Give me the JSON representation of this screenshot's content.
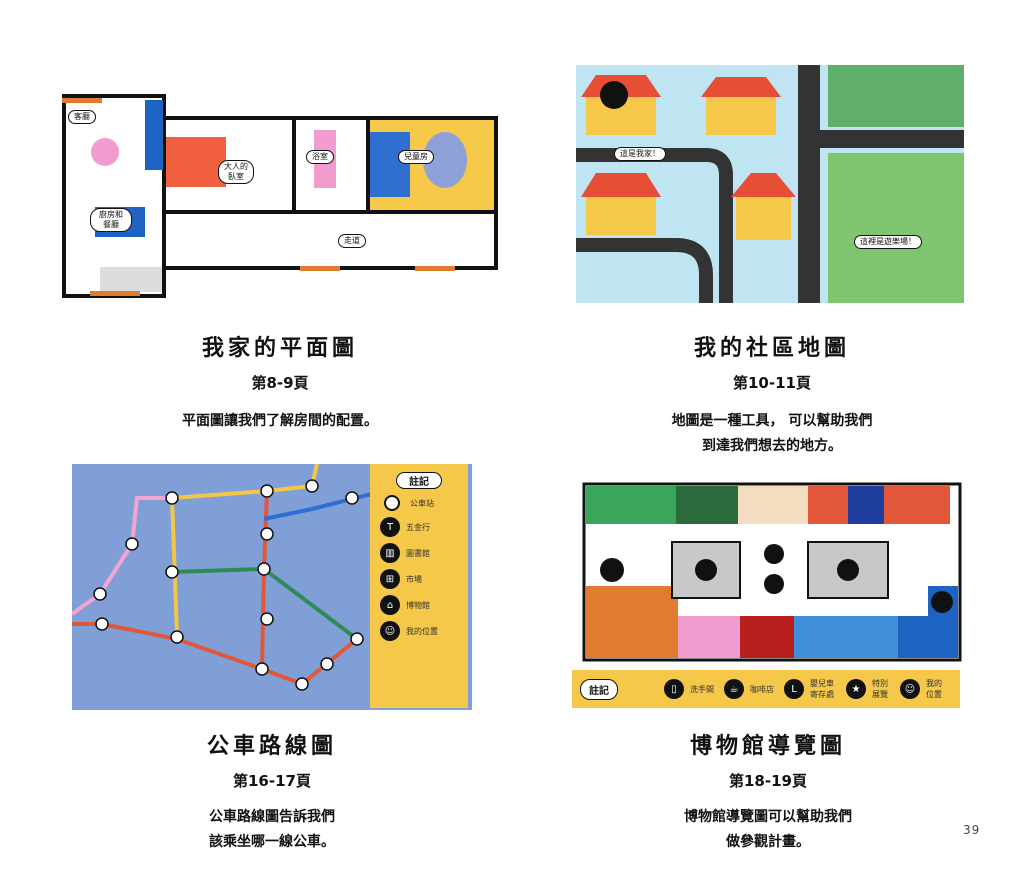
{
  "floor_plan": {
    "title": "我家的平面圖",
    "pages": "第8-9頁",
    "desc": "平面圖讓我們了解房間的配置。",
    "rooms": [
      "客廳",
      "大人的臥室",
      "浴室",
      "兒童房",
      "廚房和餐廳",
      "走道"
    ]
  },
  "community_map": {
    "title": "我的社區地圖",
    "pages": "第10-11頁",
    "desc_lines": [
      "地圖是一種工具， 可以幫助我們",
      "到達我們想去的地方。"
    ],
    "labels": [
      "這是我家！",
      "這裡是遊樂場！"
    ]
  },
  "bus_map": {
    "title": "公車路線圖",
    "pages": "第16-17頁",
    "desc_lines": [
      "公車路線圖告訴我們",
      "該乘坐哪一線公車。"
    ],
    "legend_title": "註記",
    "legend": [
      {
        "icon": "bus-stop-icon",
        "label": "公車站"
      },
      {
        "icon": "hammer-icon",
        "label": "五金行"
      },
      {
        "icon": "book-icon",
        "label": "圖書館"
      },
      {
        "icon": "cart-icon",
        "label": "市場"
      },
      {
        "icon": "museum-icon",
        "label": "博物館"
      },
      {
        "icon": "face-icon",
        "label": "我的位置"
      }
    ]
  },
  "museum_map": {
    "title": "博物館導覽圖",
    "pages": "第18-19頁",
    "desc_lines": [
      "博物館導覽圖可以幫助我們",
      "做參觀計畫。"
    ],
    "legend_title": "註記",
    "legend": [
      {
        "icon": "toilet-icon",
        "label": "洗手間"
      },
      {
        "icon": "coffee-icon",
        "label": "咖啡店"
      },
      {
        "icon": "stroller-icon",
        "label": "嬰兒車寄存處"
      },
      {
        "icon": "star-icon",
        "label": "特別展覽"
      },
      {
        "icon": "face-icon",
        "label": "我的位置"
      }
    ]
  },
  "page_number": "39"
}
